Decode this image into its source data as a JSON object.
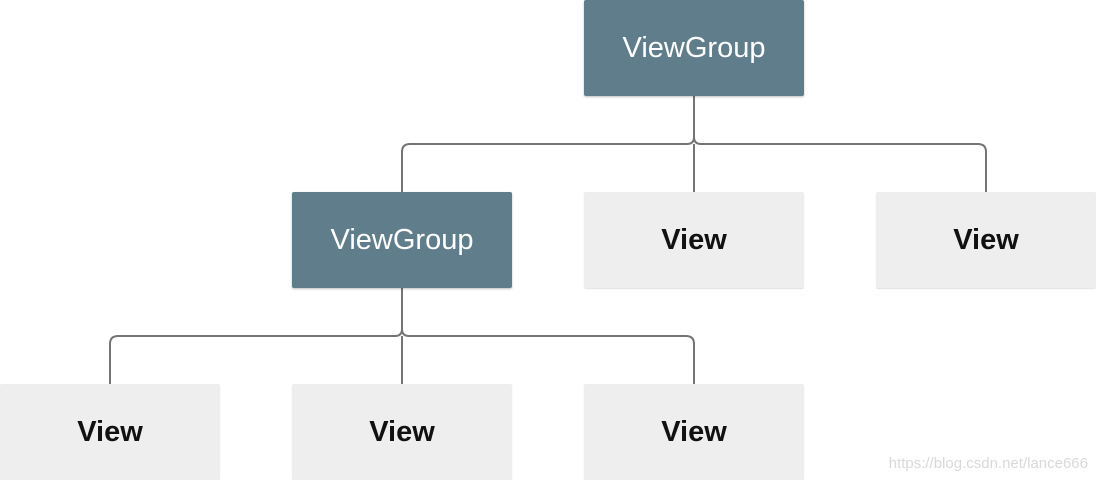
{
  "diagram": {
    "root": {
      "label": "ViewGroup"
    },
    "level1": [
      {
        "label": "ViewGroup"
      },
      {
        "label": "View"
      },
      {
        "label": "View"
      }
    ],
    "level2": [
      {
        "label": "View"
      },
      {
        "label": "View"
      },
      {
        "label": "View"
      }
    ]
  },
  "colors": {
    "group_fill": "#607d8b",
    "view_fill": "#eeeeee",
    "connector": "#757575"
  },
  "watermark": "https://blog.csdn.net/lance666"
}
